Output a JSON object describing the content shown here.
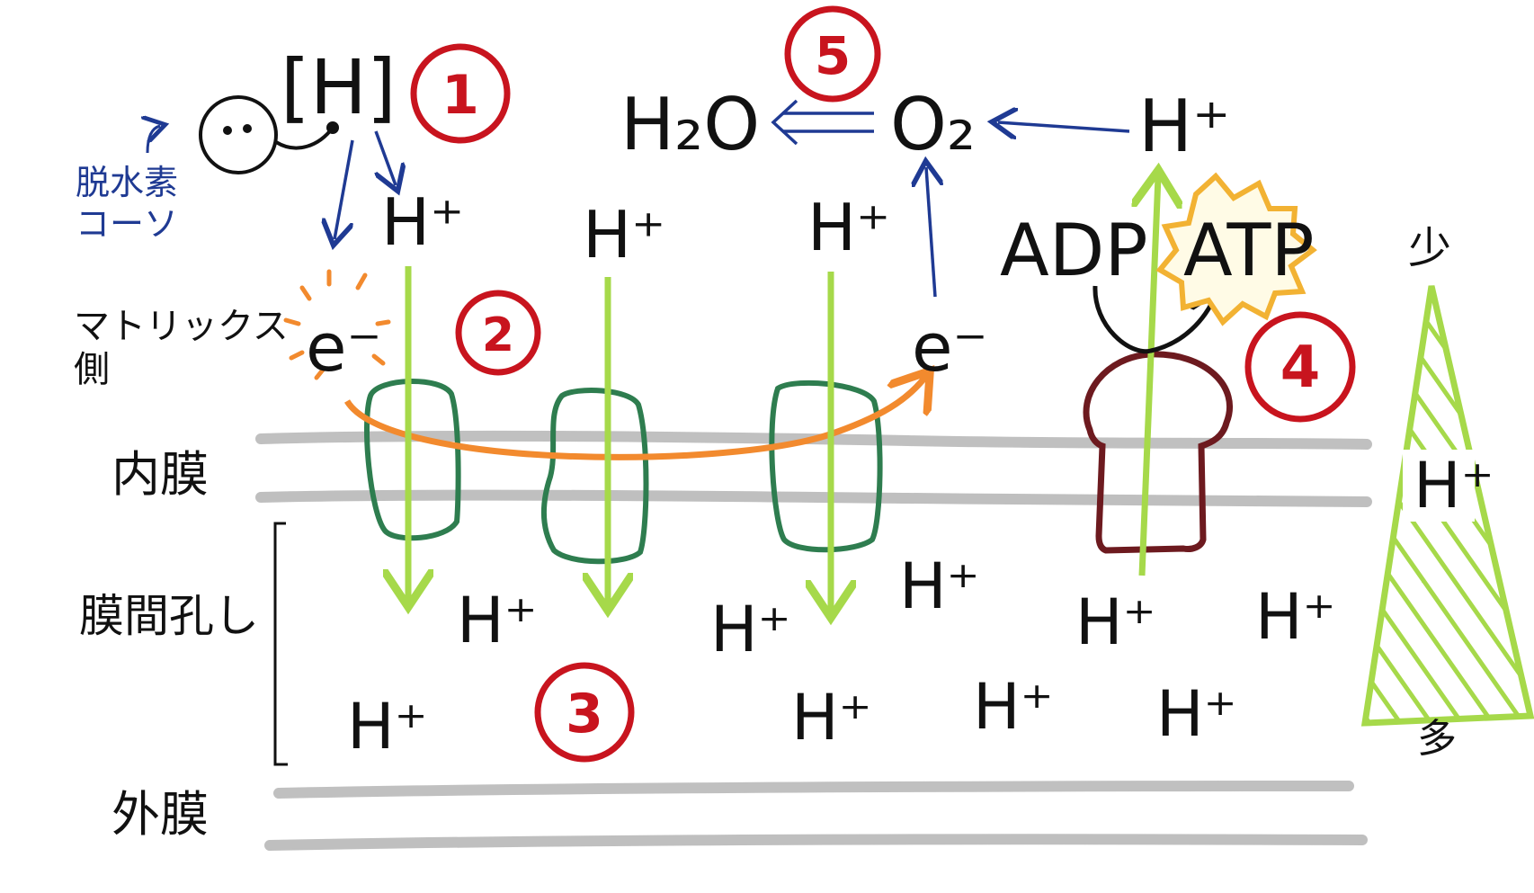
{
  "labels": {
    "hydrogen_carrier": "[H]",
    "enzyme_label": "脱水素\nコーソ",
    "matrix_side": "マトリックス\n側",
    "inner_membrane": "内膜",
    "intermembrane_space": "膜間孔し",
    "outer_membrane": "外膜",
    "water": "H₂O",
    "oxygen": "O₂",
    "proton": "H⁺",
    "electron": "e⁻",
    "adp": "ADP",
    "atp": "ATP",
    "few": "少",
    "many": "多"
  },
  "steps": [
    "1",
    "2",
    "3",
    "4",
    "5"
  ],
  "colors": {
    "step_circle": "#c8141e",
    "arrow_blue": "#1f3a93",
    "electron_orange": "#f28a2e",
    "proton_green": "#a6d94a",
    "complex_green": "#2e7d4f",
    "atp_synthase": "#6d1a1f",
    "atp_burst": "#f2b233",
    "membrane_gray": "#b5b5b5"
  }
}
